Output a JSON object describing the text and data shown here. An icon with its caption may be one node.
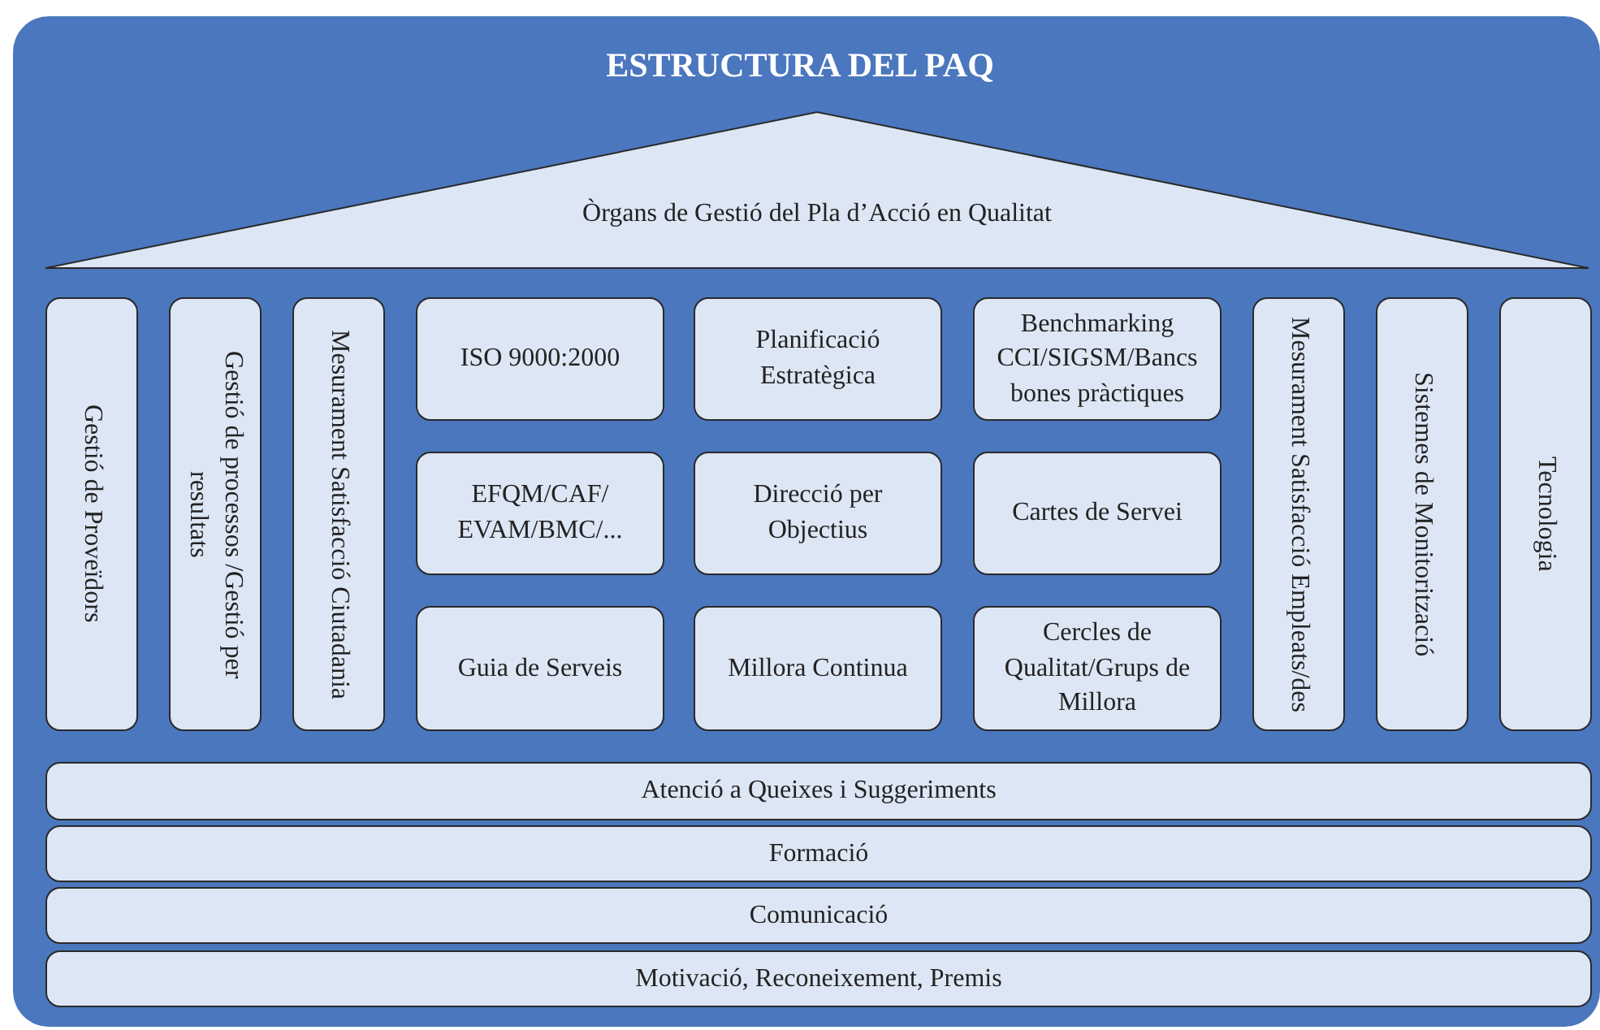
{
  "diagram": {
    "title": "ESTRUCTURA DEL PAQ",
    "nodes": [
      {
        "text": [
          "Òrgans de Gestió del Pla d’Acció en Qualitat"
        ]
      },
      {
        "text": [
          "Gestió de Proveïdors"
        ]
      },
      {
        "text": [
          "Gestió de processos /Gestió per resultats"
        ]
      },
      {
        "text": [
          "Mesurament Satisfacció Ciutadania"
        ]
      },
      {
        "text": [
          "ISO 9000:2000"
        ]
      },
      {
        "text": [
          "Planificació Estratègica"
        ]
      },
      {
        "text": [
          "Benchmarking CCI/SIGSM/Bancs bones pràctiques"
        ]
      },
      {
        "text": [
          "EFQM/CAF/ EVAM/BMC/..."
        ]
      },
      {
        "text": [
          "Direcció per Objectius"
        ]
      },
      {
        "text": [
          "Cartes de Servei"
        ]
      },
      {
        "text": [
          "Guia de Serveis"
        ]
      },
      {
        "text": [
          "Millora Continua"
        ]
      },
      {
        "text": [
          "Cercles de Qualitat/Grups de Millora"
        ]
      },
      {
        "text": [
          "Mesurament Satisfacció Empleats/des"
        ]
      },
      {
        "text": [
          "Sistemes de Monitorització"
        ]
      },
      {
        "text": [
          "Tecnologia"
        ]
      },
      {
        "text": [
          "Atenció a Queixes i Suggeriments"
        ]
      },
      {
        "text": [
          "Formació"
        ]
      },
      {
        "text": [
          "Comunicació"
        ]
      },
      {
        "text": [
          "Motivació, Reconeixement, Premis"
        ]
      }
    ]
  }
}
